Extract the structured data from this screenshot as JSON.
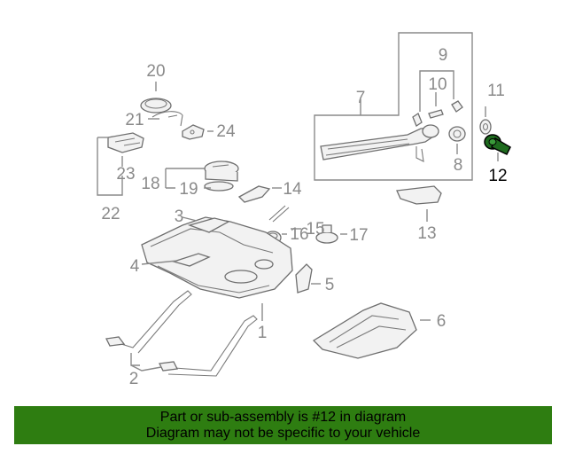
{
  "callouts": {
    "c1": "1",
    "c2": "2",
    "c3": "3",
    "c4": "4",
    "c5": "5",
    "c6": "6",
    "c7": "7",
    "c8": "8",
    "c9": "9",
    "c10": "10",
    "c11": "11",
    "c12": "12",
    "c13": "13",
    "c14": "14",
    "c15": "15",
    "c16": "16",
    "c17": "17",
    "c18": "18",
    "c19": "19",
    "c20": "20",
    "c21": "21",
    "c22": "22",
    "c23": "23",
    "c24": "24"
  },
  "highlight": {
    "part": "12",
    "color": "#1e6b1e"
  },
  "banner": {
    "line1": "Part or sub-assembly is #12 in diagram",
    "line2": "Diagram may not be specific to your vehicle",
    "background": "#2e7d11"
  }
}
